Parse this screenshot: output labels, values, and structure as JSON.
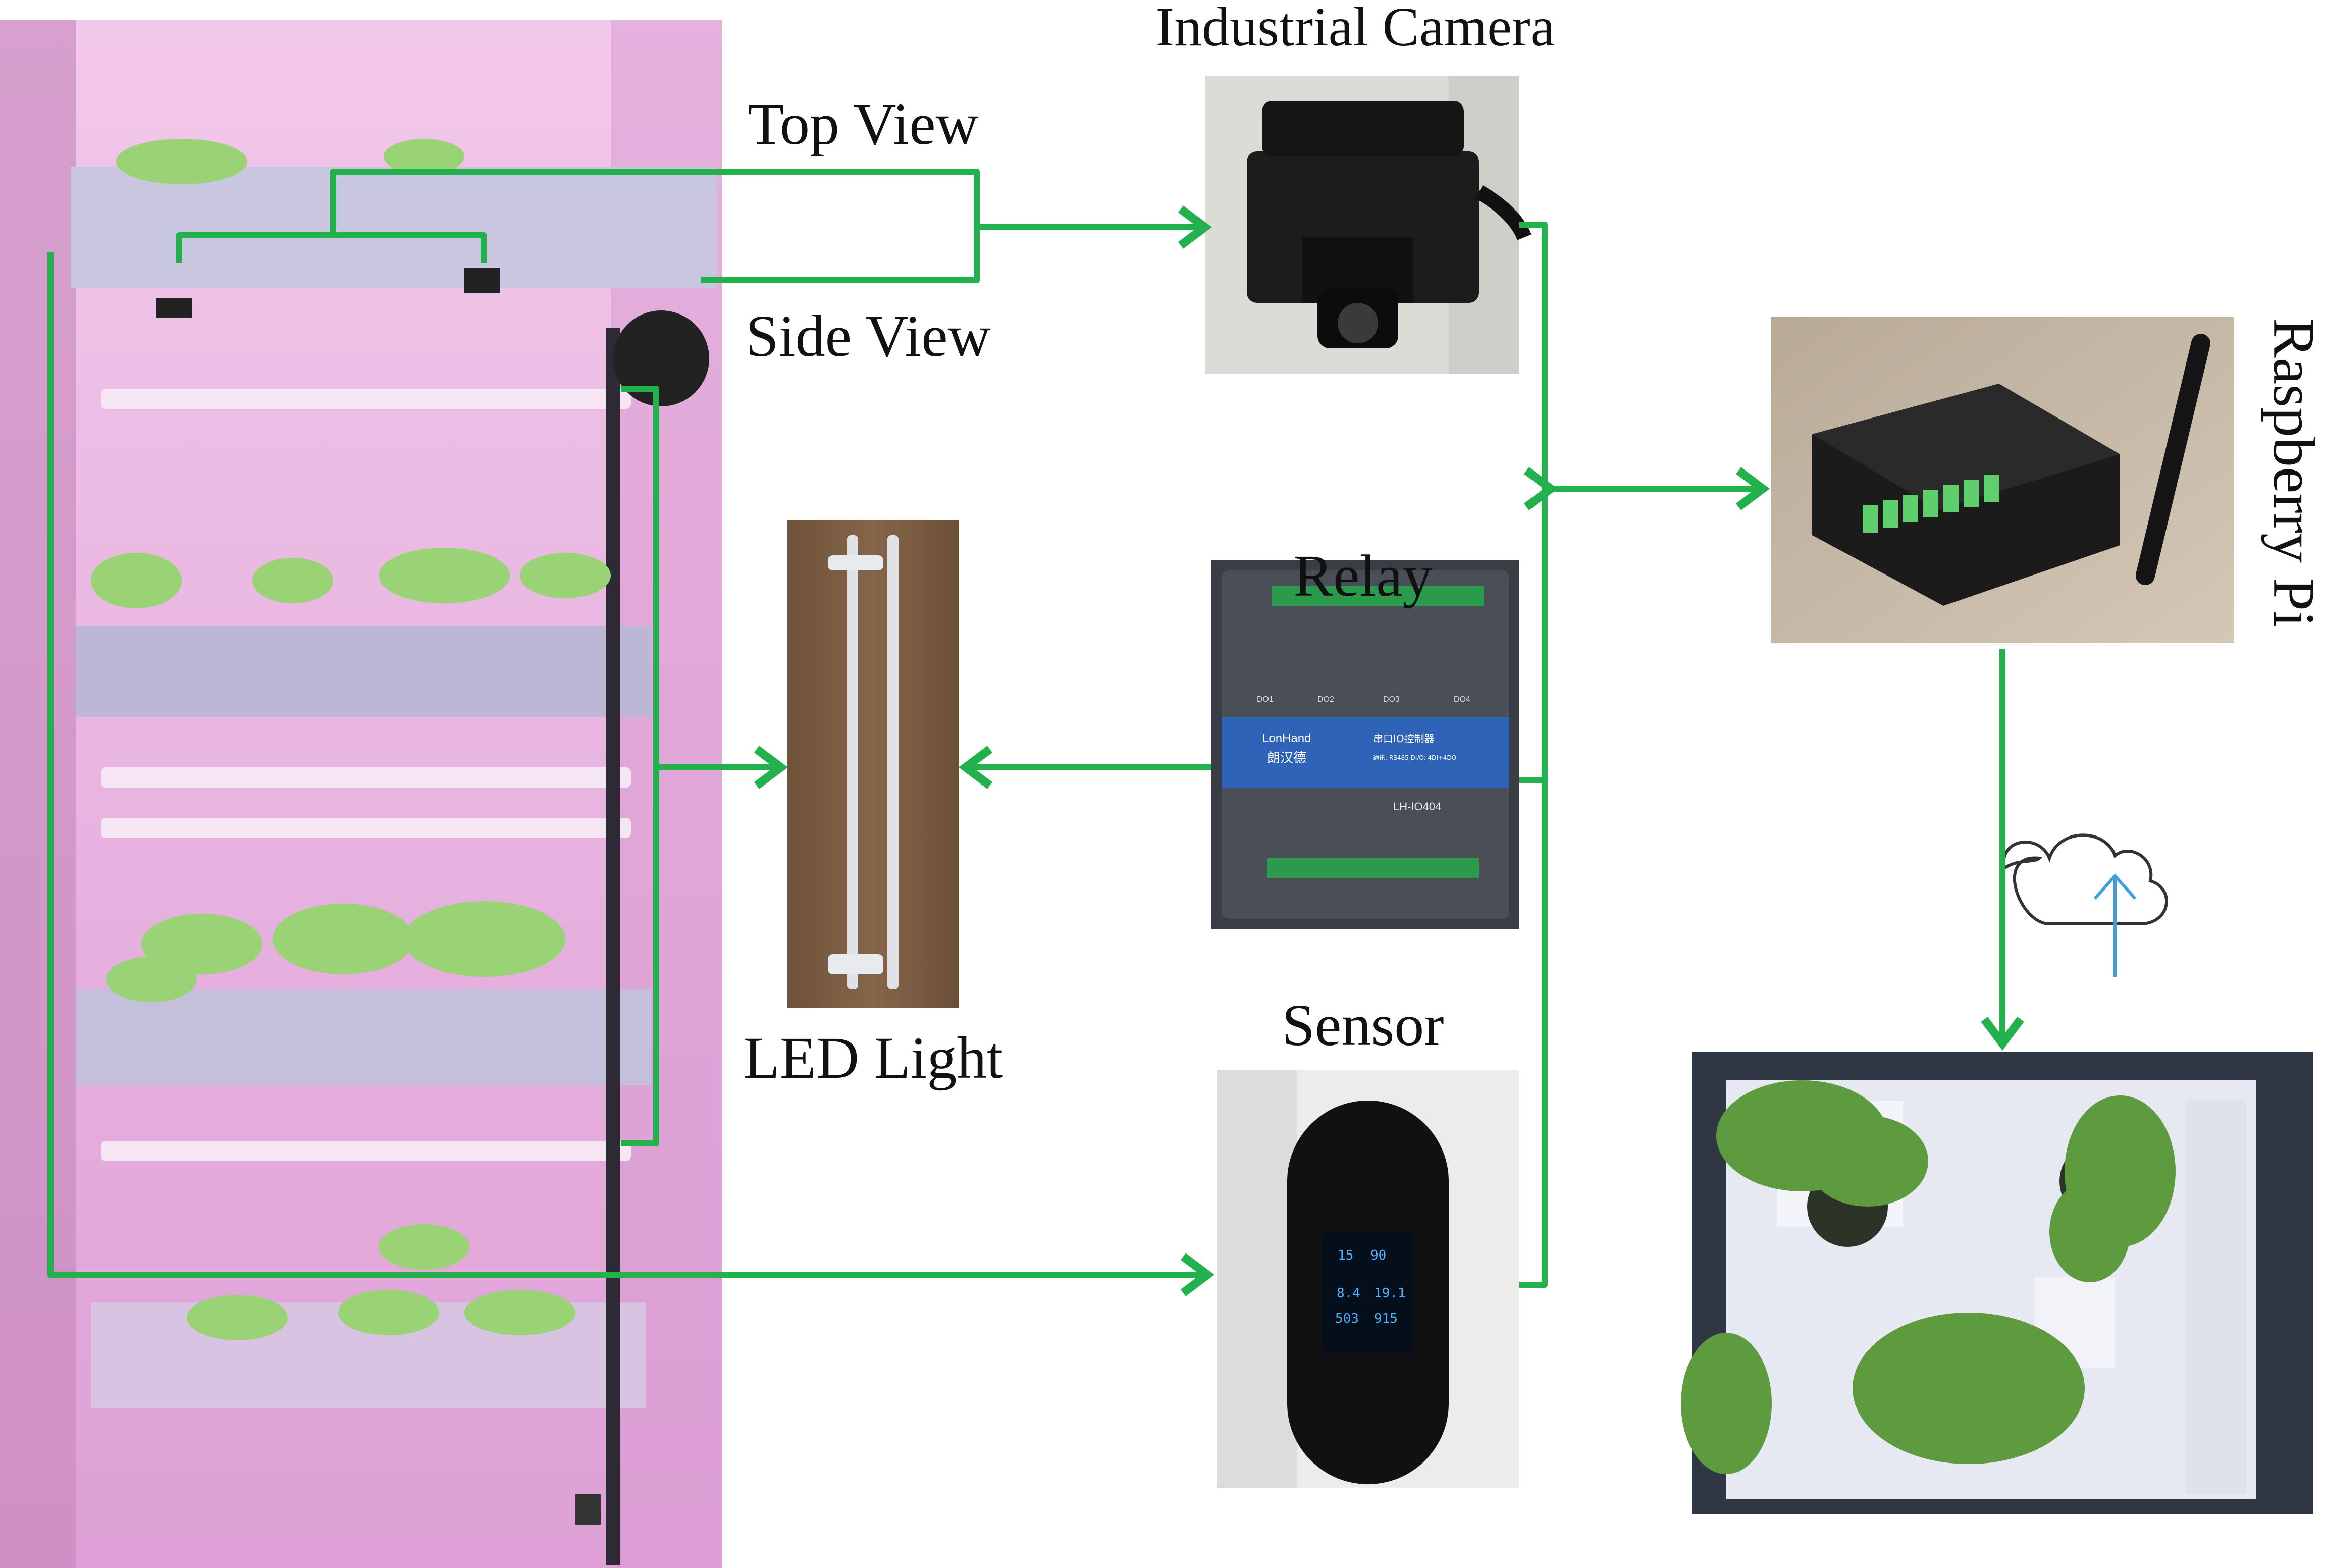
{
  "labels": {
    "top_view": "Top View",
    "side_view": "Side View",
    "industrial_camera": "Industrial Camera",
    "raspberry_pi": "Raspberry Pi",
    "relay": "Relay",
    "led_light": "LED Light",
    "sensor": "Sensor"
  },
  "relay_device": {
    "brand": "LonHand",
    "brand_cn": "朗汉德",
    "product_cn": "串口IO控制器",
    "spec": "通讯: RS485    DI/O: 4DI+4DO",
    "model": "LH-IO404",
    "channels": [
      "DO1",
      "DO2",
      "DO3",
      "DO4"
    ]
  },
  "sensor_device": {
    "readings": [
      "15",
      "90",
      "8.4",
      "19.1",
      "503",
      "915"
    ]
  },
  "colors": {
    "arrow": "#22b14c",
    "cloud_stroke": "#333333",
    "cloud_arrow": "#3d9ee0",
    "grow_light": "#e7a8dc"
  },
  "icons": {
    "cloud": "cloud-upload-icon"
  }
}
